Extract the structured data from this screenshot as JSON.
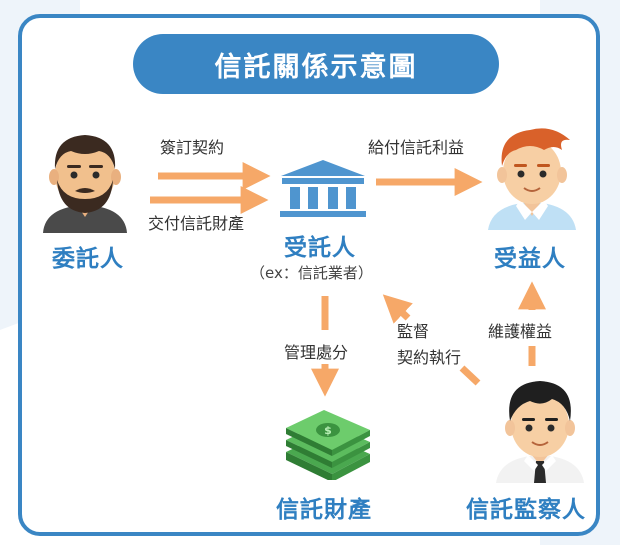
{
  "title": "信託關係示意圖",
  "nodes": {
    "settlor": "委託人",
    "trustee": "受託人",
    "trustee_note": "（ex：信託業者）",
    "beneficiary": "受益人",
    "trust_property": "信託財產",
    "supervisor": "信託監察人"
  },
  "edges": {
    "sign_contract": "簽訂契約",
    "deliver_property": "交付信託財產",
    "pay_benefit": "給付信託利益",
    "manage_dispose": "管理處分",
    "supervise": "監督",
    "enforce_contract": "契約執行",
    "protect_rights": "維護權益"
  },
  "colors": {
    "frame": "#3a86c4",
    "title_bg": "#3a86c4",
    "label_blue": "#2f7fc1",
    "arrow": "#f6a868"
  },
  "icons": [
    "bearded-man-icon",
    "bank-building-icon",
    "young-man-icon",
    "money-stack-icon",
    "businessman-icon"
  ]
}
